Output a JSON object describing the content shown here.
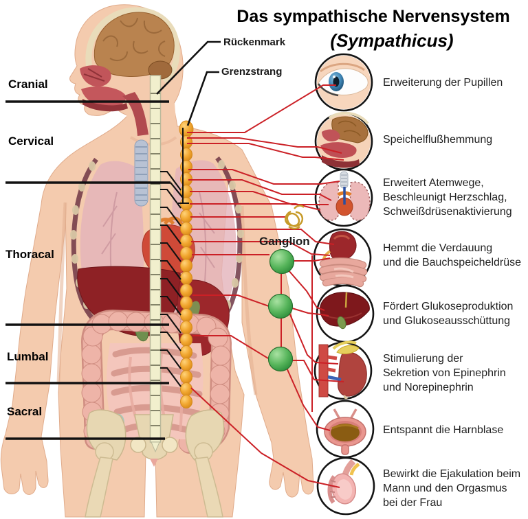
{
  "title": "Das sympathische Nervensystem",
  "subtitle": "(Sympathicus)",
  "callouts": {
    "rueckenmark": "Rückenmark",
    "grenzstrang": "Grenzstrang",
    "ganglion": "Ganglion"
  },
  "spine_regions": [
    {
      "label": "Cranial"
    },
    {
      "label": "Cervical"
    },
    {
      "label": "Thoracal"
    },
    {
      "label": "Lumbal"
    },
    {
      "label": "Sacral"
    }
  ],
  "effects": [
    {
      "icon": "eye-icon",
      "lines": [
        "Erweiterung der Pupillen"
      ]
    },
    {
      "icon": "salivary-head-icon",
      "lines": [
        "Speichelflußhemmung"
      ]
    },
    {
      "icon": "lungs-heart-icon",
      "lines": [
        "Erweitert Atemwege,",
        "Beschleunigt Herzschlag,",
        "Schweißdrüsenaktivierung"
      ]
    },
    {
      "icon": "stomach-intestines-icon",
      "lines": [
        "Hemmt die Verdauung",
        "und die Bauchspeicheldrüse"
      ]
    },
    {
      "icon": "liver-icon",
      "lines": [
        "Fördert Glukoseproduktion",
        "und Glukoseausschüttung"
      ]
    },
    {
      "icon": "kidney-adrenal-icon",
      "lines": [
        "Stimulierung der",
        "Sekretion von Epinephrin",
        "und Norepinephrin"
      ]
    },
    {
      "icon": "bladder-icon",
      "lines": [
        "Entspannt die Harnblase"
      ]
    },
    {
      "icon": "genitals-icon",
      "lines": [
        "Bewirkt die Ejakulation beim",
        "Mann und den Orgasmus",
        "bei der Frau"
      ]
    }
  ],
  "colors": {
    "connector_red": "#cb2026",
    "ganglion_green": "#4fb054",
    "trunk_orange": "#f0a12c",
    "spinal_cord_yellow": "#f1efcd",
    "line_black": "#111111",
    "skin": "#f4cbae"
  }
}
